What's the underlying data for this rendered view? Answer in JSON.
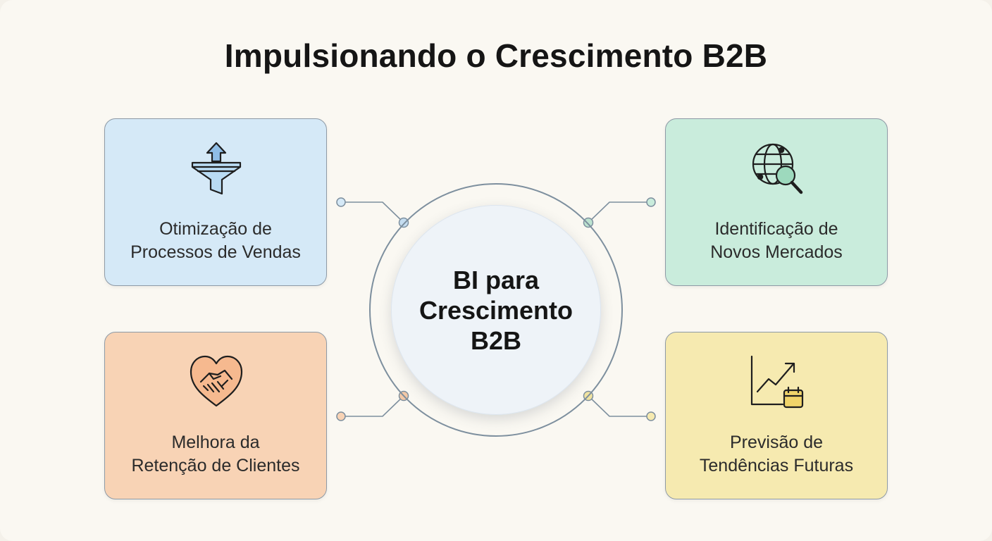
{
  "title": "Impulsionando o Crescimento B2B",
  "hub": {
    "lines": [
      "BI para",
      "Crescimento",
      "B2B"
    ]
  },
  "cards": {
    "sales": {
      "lines": [
        "Otimização de",
        "Processos de Vendas"
      ],
      "icon": "funnel-arrow-up-icon",
      "color": "#d5e9f7"
    },
    "markets": {
      "lines": [
        "Identificação de",
        "Novos Mercados"
      ],
      "icon": "globe-magnifier-icon",
      "color": "#c9ecdc"
    },
    "retention": {
      "lines": [
        "Melhora da",
        "Retenção de Clientes"
      ],
      "icon": "handshake-heart-icon",
      "color": "#f8d3b5"
    },
    "trends": {
      "lines": [
        "Previsão de",
        "Tendências Futuras"
      ],
      "icon": "trend-chart-calendar-icon",
      "color": "#f6eab0"
    }
  }
}
